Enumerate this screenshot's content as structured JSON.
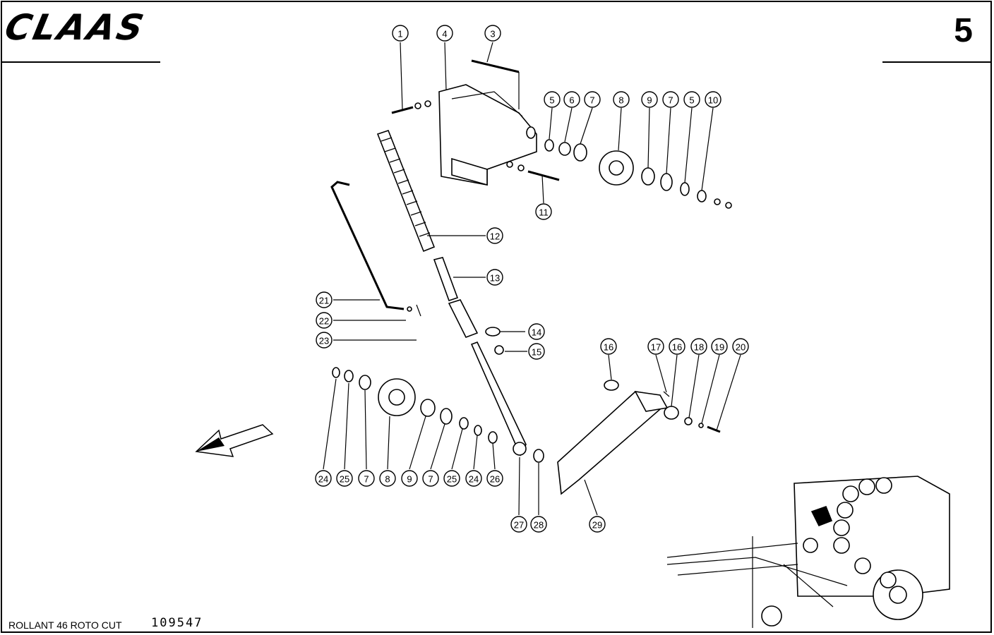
{
  "header": {
    "brand": "CLAAS",
    "page_number": "5"
  },
  "footer": {
    "model": "ROLLANT 46 ROTO CUT",
    "document_number": "109547"
  },
  "callouts": {
    "c1": "1",
    "c4": "4",
    "c3": "3",
    "c5a": "5",
    "c6": "6",
    "c7a": "7",
    "c8a": "8",
    "c9a": "9",
    "c7b": "7",
    "c5b": "5",
    "c10": "10",
    "c11": "11",
    "c12": "12",
    "c13": "13",
    "c14": "14",
    "c15": "15",
    "c21": "21",
    "c22": "22",
    "c23": "23",
    "c16a": "16",
    "c17": "17",
    "c16b": "16",
    "c18": "18",
    "c19": "19",
    "c20": "20",
    "c24a": "24",
    "c25a": "25",
    "c7c": "7",
    "c8b": "8",
    "c9b": "9",
    "c7d": "7",
    "c25b": "25",
    "c24b": "24",
    "c26": "26",
    "c27": "27",
    "c28": "28",
    "c29": "29"
  },
  "icons": {
    "direction": "arrow-left-down-icon"
  }
}
